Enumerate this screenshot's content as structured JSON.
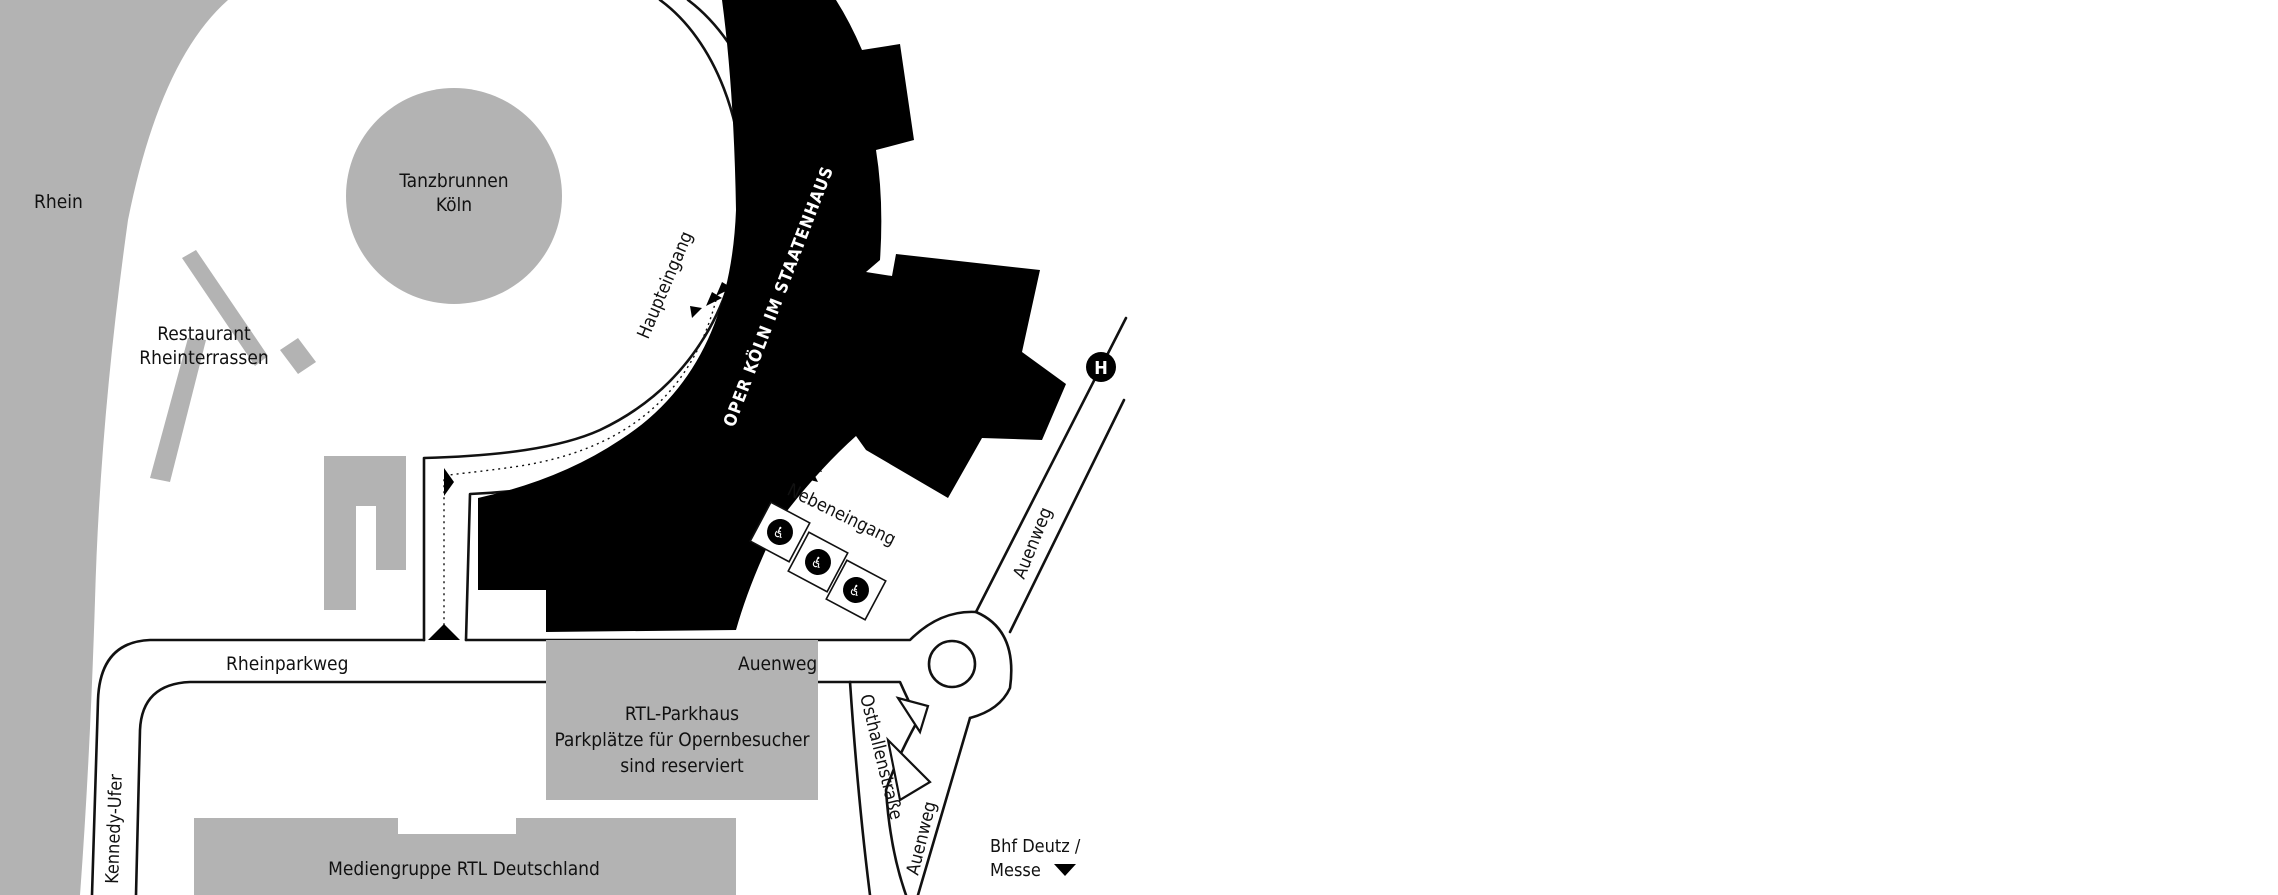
{
  "map": {
    "labels": {
      "river": "Rhein",
      "tanzbrunnen_line1": "Tanzbrunnen",
      "tanzbrunnen_line2": "Köln",
      "restaurant_line1": "Restaurant",
      "restaurant_line2": "Rheinterrassen",
      "opera": "OPER KÖLN IM STAATENHAUS",
      "main_entrance": "Haupteingang",
      "side_entrance": "Nebeneingang",
      "street_rheinparkweg": "Rheinparkweg",
      "street_auenweg": "Auenweg",
      "street_auenweg_diag": "Auenweg",
      "street_auenweg_lower": "Auenweg",
      "street_osthallenstrasse": "Osthallenstraße",
      "street_kennedy_ufer": "Kennedy-Ufer",
      "parking_line1": "RTL-Parkhaus",
      "parking_line2": "Parkplätze für Opernbesucher",
      "parking_line3": "sind reserviert",
      "rtl_building": "Mediengruppe RTL Deutschland",
      "station_line1": "Bhf Deutz /",
      "station_line2": "Messe",
      "bus_stop_symbol": "H"
    },
    "icons": {
      "disabled_parking": "wheelchair-icon",
      "bus_stop": "bus-stop-icon",
      "entrance": "entrance-arrow-icon",
      "direction": "arrow-down-icon"
    },
    "colors": {
      "building": "#000000",
      "area": "#b3b3b3",
      "background": "#ffffff"
    }
  }
}
